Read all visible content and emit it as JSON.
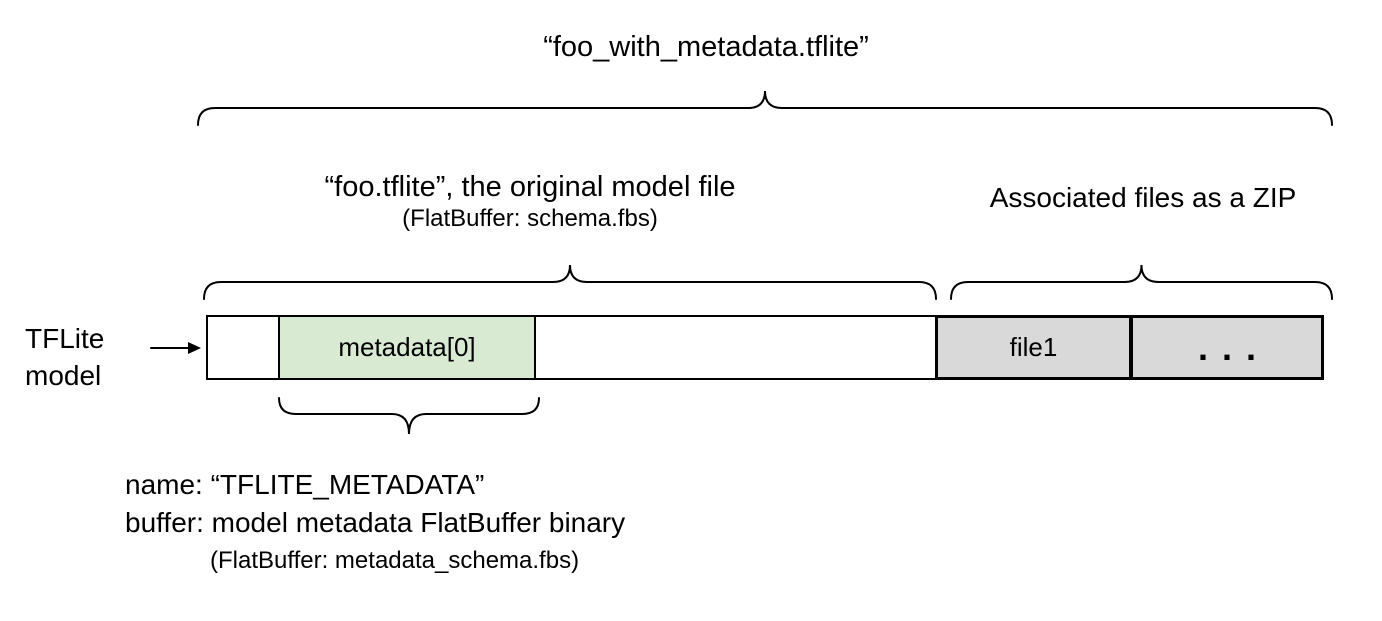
{
  "diagram": {
    "title": "“foo_with_metadata.tflite”",
    "model_section": {
      "label": "“foo.tflite”, the original model file",
      "sublabel": "(FlatBuffer: schema.fbs)"
    },
    "zip_section": {
      "label": "Associated files as a ZIP"
    },
    "bar_pointer": {
      "line1": "TFLite",
      "line2": "model",
      "arrow_icon": "right-arrow"
    },
    "segments": [
      {
        "name": "model-head",
        "label": ""
      },
      {
        "name": "metadata",
        "label": "metadata[0]"
      },
      {
        "name": "model-rest",
        "label": ""
      },
      {
        "name": "file1",
        "label": "file1"
      },
      {
        "name": "more-files",
        "label": "..."
      }
    ],
    "metadata_annotation": {
      "line1": "name: “TFLITE_METADATA”",
      "line2": "buffer: model metadata FlatBuffer binary",
      "line3": "(FlatBuffer: metadata_schema.fbs)"
    },
    "colors": {
      "metadata_fill": "#d9ead3",
      "file_fill": "#d9d9d9",
      "line": "#000000"
    }
  }
}
